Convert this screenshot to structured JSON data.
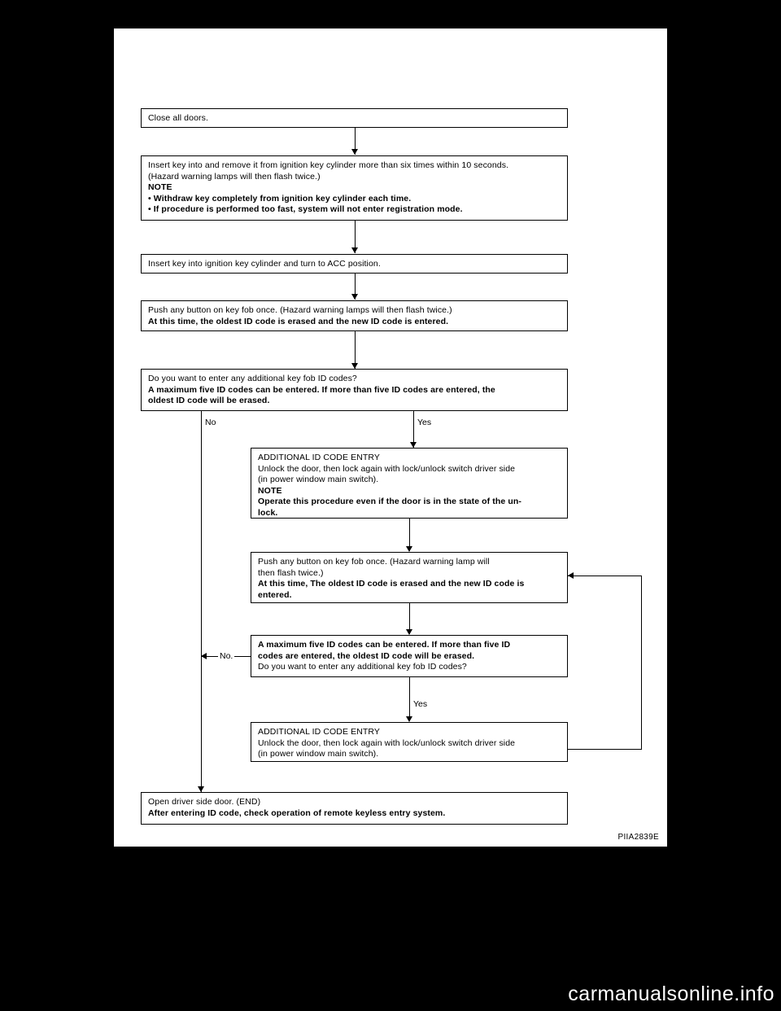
{
  "figure": {
    "code": "PIIA2839E",
    "watermark": "carmanualsonline.info"
  },
  "flow": {
    "step1": {
      "line1": "Close all doors."
    },
    "step2": {
      "line1": "Insert key into and remove it from ignition key cylinder more than six times within 10 seconds.",
      "line2": "(Hazard warning lamps will then flash twice.)",
      "line3": "NOTE",
      "line4": "• Withdraw key completely from ignition key cylinder each time.",
      "line5": "• If procedure is performed too fast, system will not enter registration mode."
    },
    "step3": {
      "line1": "Insert key into ignition key cylinder and turn to ACC position."
    },
    "step4": {
      "line1": "Push any button on key fob once. (Hazard warning lamps will then flash twice.)",
      "line2": "At this time, the oldest ID code is erased and the new ID code is entered."
    },
    "step5": {
      "line1": "Do you want to enter any additional key fob ID codes?",
      "line2": "A  maximum five ID codes can be entered. If more than five ID codes are entered, the",
      "line3": "oldest ID code will be erased."
    },
    "branch5": {
      "no": "No",
      "yes": "Yes"
    },
    "step6": {
      "line1": "ADDITIONAL ID CODE ENTRY",
      "line2": "Unlock the door, then lock again with lock/unlock switch driver side",
      "line3": "(in power window main switch).",
      "line4": "NOTE",
      "line5": "Operate this procedure even if the door is in the state of the un-",
      "line6": "lock."
    },
    "step7": {
      "line1": "Push any button on key fob once. (Hazard warning lamp will",
      "line2": "then flash twice.)",
      "line3": "At this time, The oldest ID code is erased and the new ID code is",
      "line4": "entered."
    },
    "step8": {
      "line1": "A  maximum five ID codes can be entered. If more than five ID",
      "line2": "codes are entered, the oldest ID code will be erased.",
      "line3": "Do you want to enter any additional key fob ID codes?"
    },
    "branch8": {
      "no": "No.",
      "yes": "Yes"
    },
    "step9": {
      "line1": "ADDITIONAL ID CODE ENTRY",
      "line2": "Unlock the door, then lock again with lock/unlock switch driver side",
      "line3": "(in power window main switch)."
    },
    "step10": {
      "line1": "Open driver side door. (END)",
      "line2": "After entering ID code, check operation of remote keyless entry system."
    }
  }
}
